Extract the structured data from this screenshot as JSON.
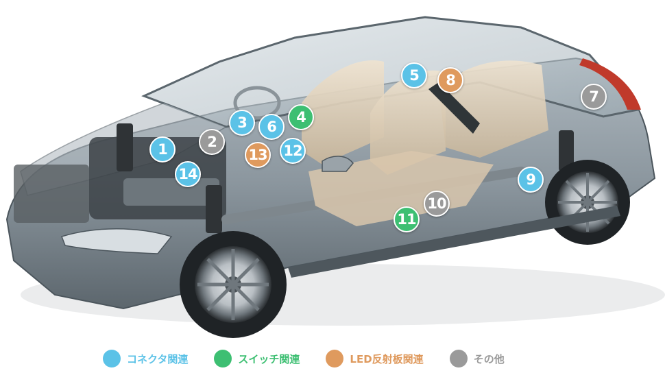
{
  "colors": {
    "connector": "#5bc2e7",
    "switch": "#3dbf72",
    "led": "#df9a5e",
    "other": "#9a9a9a"
  },
  "markers": [
    {
      "id": 1,
      "label": "1",
      "category": "connector"
    },
    {
      "id": 2,
      "label": "2",
      "category": "other"
    },
    {
      "id": 3,
      "label": "3",
      "category": "connector"
    },
    {
      "id": 4,
      "label": "4",
      "category": "switch"
    },
    {
      "id": 5,
      "label": "5",
      "category": "connector"
    },
    {
      "id": 6,
      "label": "6",
      "category": "connector"
    },
    {
      "id": 7,
      "label": "7",
      "category": "other"
    },
    {
      "id": 8,
      "label": "8",
      "category": "led"
    },
    {
      "id": 9,
      "label": "9",
      "category": "connector"
    },
    {
      "id": 10,
      "label": "10",
      "category": "other"
    },
    {
      "id": 11,
      "label": "11",
      "category": "switch"
    },
    {
      "id": 12,
      "label": "12",
      "category": "connector"
    },
    {
      "id": 13,
      "label": "13",
      "category": "led"
    },
    {
      "id": 14,
      "label": "14",
      "category": "connector"
    }
  ],
  "legend": [
    {
      "category": "connector",
      "label": "コネクタ関連"
    },
    {
      "category": "switch",
      "label": "スイッチ関連"
    },
    {
      "category": "led",
      "label": "LED反射板関連"
    },
    {
      "category": "other",
      "label": "その他"
    }
  ]
}
